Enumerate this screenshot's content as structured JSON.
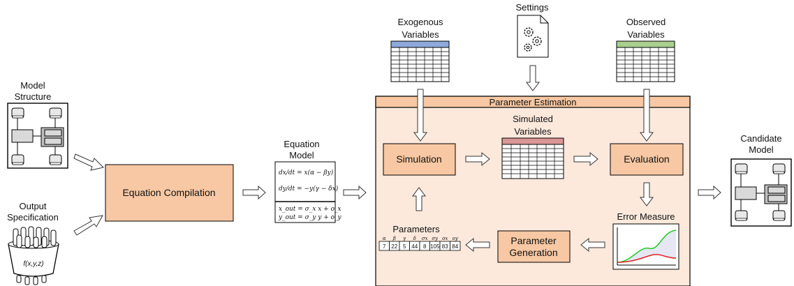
{
  "labels": {
    "model_structure_1": "Model",
    "model_structure_2": "Structure",
    "output_spec_1": "Output",
    "output_spec_2": "Specification",
    "output_function": "f(x,y,z)",
    "equation_compilation": "Equation Compilation",
    "equation_model_1": "Equation",
    "equation_model_2": "Model",
    "exogenous_1": "Exogenous",
    "exogenous_2": "Variables",
    "settings": "Settings",
    "observed_1": "Observed",
    "observed_2": "Variables",
    "parameter_estimation": "Parameter Estimation",
    "simulated_1": "Simulated",
    "simulated_2": "Variables",
    "simulation": "Simulation",
    "evaluation": "Evaluation",
    "error_measure": "Error Measure",
    "parameters": "Parameters",
    "parameter_generation_1": "Parameter",
    "parameter_generation_2": "Generation",
    "candidate_1": "Candidate",
    "candidate_2": "Model"
  },
  "equations": {
    "eq1": "dx/dt = x(α − βy)",
    "eq2": "dy/dt = −y(γ − δx)",
    "eq3": "x_out = σ_x x + o_x",
    "eq4": "y_out = σ_y y + o_y"
  },
  "parameters": {
    "names": [
      "α",
      "β",
      "γ",
      "δ",
      "σx",
      "σy",
      "ox",
      "oy"
    ],
    "values": [
      "7",
      "22",
      "5",
      "44",
      "8",
      "105",
      "83",
      "84"
    ]
  },
  "colors": {
    "process_fill": "#f7c8a3",
    "panel_fill": "#fce9dc",
    "exogenous_header": "#8ea9db",
    "observed_header": "#a9d08e",
    "simulated_header": "#d99694",
    "green_curve": "#22cc22",
    "red_curve": "#dd2222"
  }
}
